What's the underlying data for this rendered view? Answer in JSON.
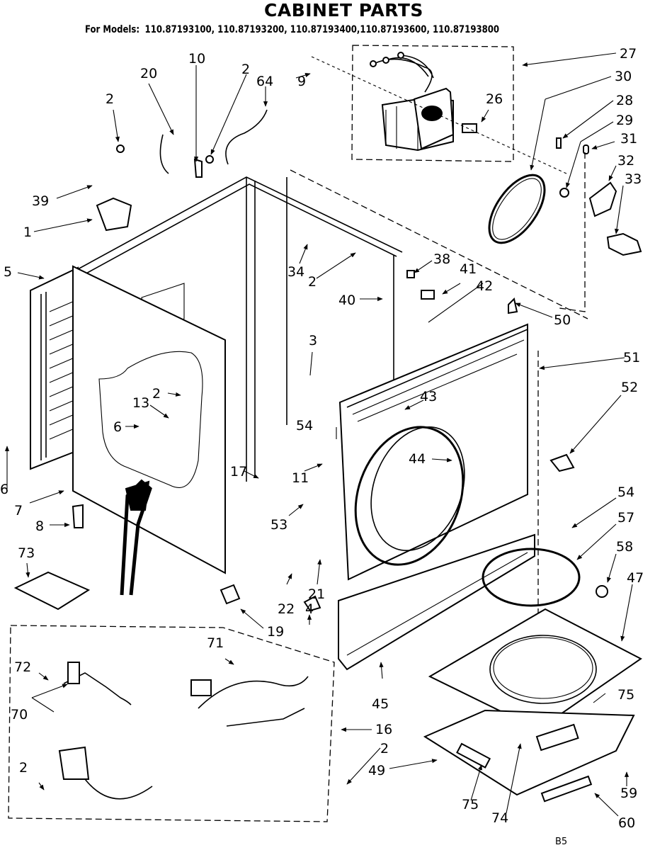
{
  "header": {
    "title": "CABINET PARTS",
    "models_prefix": "For Models:",
    "models": "110.87193100, 110.87193200, 110.87193400,110.87193600, 110.87193800"
  },
  "footer": {
    "code": "B5"
  },
  "callouts": [
    {
      "id": "c-27",
      "label": "27"
    },
    {
      "id": "c-30",
      "label": "30"
    },
    {
      "id": "c-28",
      "label": "28"
    },
    {
      "id": "c-29",
      "label": "29"
    },
    {
      "id": "c-31",
      "label": "31"
    },
    {
      "id": "c-32",
      "label": "32"
    },
    {
      "id": "c-33",
      "label": "33"
    },
    {
      "id": "c-26",
      "label": "26"
    },
    {
      "id": "c-9",
      "label": "9"
    },
    {
      "id": "c-64",
      "label": "64"
    },
    {
      "id": "c-2a",
      "label": "2"
    },
    {
      "id": "c-10",
      "label": "10"
    },
    {
      "id": "c-20",
      "label": "20"
    },
    {
      "id": "c-2b",
      "label": "2"
    },
    {
      "id": "c-39",
      "label": "39"
    },
    {
      "id": "c-1",
      "label": "1"
    },
    {
      "id": "c-5",
      "label": "5"
    },
    {
      "id": "c-34",
      "label": "34"
    },
    {
      "id": "c-2c",
      "label": "2"
    },
    {
      "id": "c-38",
      "label": "38"
    },
    {
      "id": "c-41",
      "label": "41"
    },
    {
      "id": "c-40",
      "label": "40"
    },
    {
      "id": "c-42",
      "label": "42"
    },
    {
      "id": "c-50",
      "label": "50"
    },
    {
      "id": "c-51",
      "label": "51"
    },
    {
      "id": "c-3",
      "label": "3"
    },
    {
      "id": "c-52",
      "label": "52"
    },
    {
      "id": "c-2d",
      "label": "2"
    },
    {
      "id": "c-13",
      "label": "13"
    },
    {
      "id": "c-6a",
      "label": "6"
    },
    {
      "id": "c-43",
      "label": "43"
    },
    {
      "id": "c-54a",
      "label": "54"
    },
    {
      "id": "c-44",
      "label": "44"
    },
    {
      "id": "c-11",
      "label": "11"
    },
    {
      "id": "c-6b",
      "label": "6"
    },
    {
      "id": "c-17",
      "label": "17"
    },
    {
      "id": "c-7",
      "label": "7"
    },
    {
      "id": "c-53",
      "label": "53"
    },
    {
      "id": "c-8",
      "label": "8"
    },
    {
      "id": "c-54b",
      "label": "54"
    },
    {
      "id": "c-57",
      "label": "57"
    },
    {
      "id": "c-73",
      "label": "73"
    },
    {
      "id": "c-58",
      "label": "58"
    },
    {
      "id": "c-47",
      "label": "47"
    },
    {
      "id": "c-21",
      "label": "21"
    },
    {
      "id": "c-22",
      "label": "22"
    },
    {
      "id": "c-19",
      "label": "19"
    },
    {
      "id": "c-4",
      "label": "4"
    },
    {
      "id": "c-71",
      "label": "71"
    },
    {
      "id": "c-72",
      "label": "72"
    },
    {
      "id": "c-45",
      "label": "45"
    },
    {
      "id": "c-75a",
      "label": "75"
    },
    {
      "id": "c-70",
      "label": "70"
    },
    {
      "id": "c-16",
      "label": "16"
    },
    {
      "id": "c-2e",
      "label": "2"
    },
    {
      "id": "c-49",
      "label": "49"
    },
    {
      "id": "c-2f",
      "label": "2"
    },
    {
      "id": "c-59",
      "label": "59"
    },
    {
      "id": "c-75b",
      "label": "75"
    },
    {
      "id": "c-74",
      "label": "74"
    },
    {
      "id": "c-60",
      "label": "60"
    }
  ]
}
